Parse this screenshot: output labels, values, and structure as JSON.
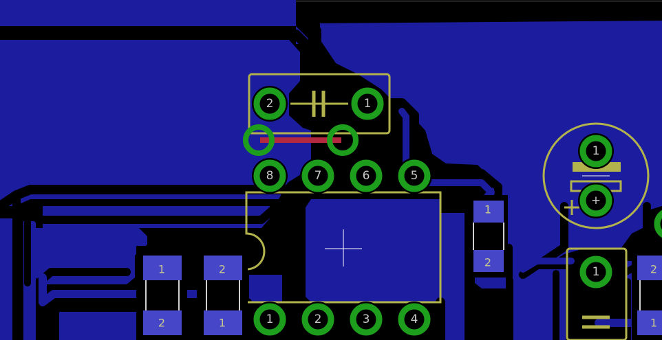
{
  "colors": {
    "background": "#000000",
    "copper": "#1c1c9e",
    "pad": "#1d9e1d",
    "silkscreen": "#b3b34d",
    "smd_pad": "#4646c8",
    "trace_top": "#b32a40"
  },
  "cap_top": {
    "pin_left": "2",
    "pin_right": "1"
  },
  "ic": {
    "top_pins": [
      "8",
      "7",
      "6",
      "5"
    ],
    "bottom_pins": [
      "1",
      "2",
      "3",
      "4"
    ]
  },
  "electrolytic": {
    "pin_top": "1",
    "polarity": "+"
  },
  "smd_right": {
    "top": "1",
    "bottom": "2"
  },
  "smd_a": {
    "top": "1",
    "bottom": "2"
  },
  "smd_b": {
    "top": "2",
    "bottom": "1"
  },
  "smd_edge": {
    "top": "2",
    "bottom": "1"
  },
  "cap_low": {
    "pin": "1"
  }
}
